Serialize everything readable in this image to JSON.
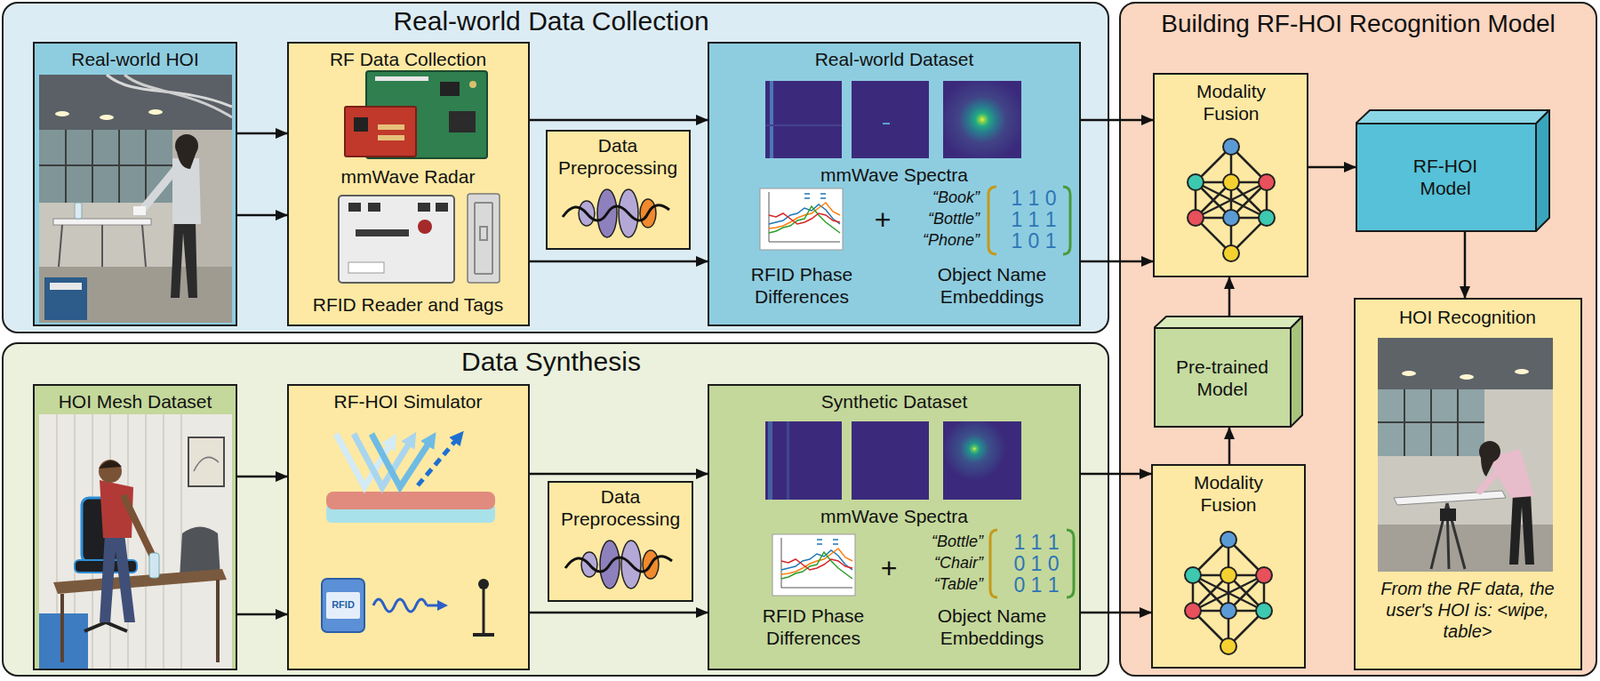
{
  "diagram": {
    "nodes": [
      {
        "text": [
          "Real-world Data Collection"
        ]
      },
      {
        "text": [
          "Real-world HOI"
        ],
        "in": 0
      },
      {
        "text": [
          "RF Data Collection",
          "mmWave Radar",
          "RFID Reader and Tags"
        ],
        "in": 0
      },
      {
        "text": [
          "Data Preprocessing"
        ],
        "in": 0
      },
      {
        "text": [
          "Real-world Dataset",
          "mmWave Spectra",
          "+",
          "“Book”",
          "“Bottle”",
          "“Phone”",
          "1 1 0",
          "1 1 1",
          "1 0 1",
          "RFID Phase Differences",
          "Object Name Embeddings"
        ],
        "in": 0
      },
      {
        "text": [
          "Data Synthesis"
        ]
      },
      {
        "text": [
          "HOI Mesh Dataset"
        ],
        "in": 5
      },
      {
        "text": [
          "RF-HOI Simulator",
          "RFID"
        ],
        "in": 5
      },
      {
        "text": [
          "Data Preprocessing"
        ],
        "in": 5
      },
      {
        "text": [
          "Synthetic Dataset",
          "mmWave Spectra",
          "+",
          "“Bottle”",
          "“Chair”",
          "“Table”",
          "1 1 1",
          "0 1 0",
          "0 1 1",
          "RFID Phase Differences",
          "Object Name Embeddings"
        ],
        "in": 5
      },
      {
        "text": [
          "Building RF-HOI Recognition Model"
        ]
      },
      {
        "text": [
          "Modality Fusion"
        ],
        "in": 10
      },
      {
        "text": [
          "RF-HOI Model"
        ],
        "in": 10
      },
      {
        "text": [
          "Pre-trained Model"
        ],
        "in": 10
      },
      {
        "text": [
          "HOI Recognition",
          "From the RF data, the user's HOI is: <wipe, table>"
        ],
        "in": 10
      },
      {
        "text": [
          "Modality Fusion"
        ],
        "in": 10
      }
    ],
    "edges": [
      {
        "from": 1,
        "to": 2,
        "arrow": "to"
      },
      {
        "from": 1,
        "to": 2,
        "arrow": "to"
      },
      {
        "from": 2,
        "to": 4,
        "arrow": "to"
      },
      {
        "from": 2,
        "to": 4,
        "arrow": "to"
      },
      {
        "from": 4,
        "to": 11,
        "arrow": "to"
      },
      {
        "from": 4,
        "to": 11,
        "arrow": "to"
      },
      {
        "from": 11,
        "to": 12,
        "arrow": "to"
      },
      {
        "from": 12,
        "to": 14,
        "arrow": "to"
      },
      {
        "from": 13,
        "to": 11,
        "arrow": "to"
      },
      {
        "from": 15,
        "to": 13,
        "arrow": "to"
      },
      {
        "from": 6,
        "to": 7,
        "arrow": "to"
      },
      {
        "from": 6,
        "to": 7,
        "arrow": "to"
      },
      {
        "from": 7,
        "to": 9,
        "arrow": "to"
      },
      {
        "from": 7,
        "to": 9,
        "arrow": "to"
      },
      {
        "from": 9,
        "to": 15,
        "arrow": "to"
      },
      {
        "from": 9,
        "to": 15,
        "arrow": "to"
      }
    ]
  }
}
